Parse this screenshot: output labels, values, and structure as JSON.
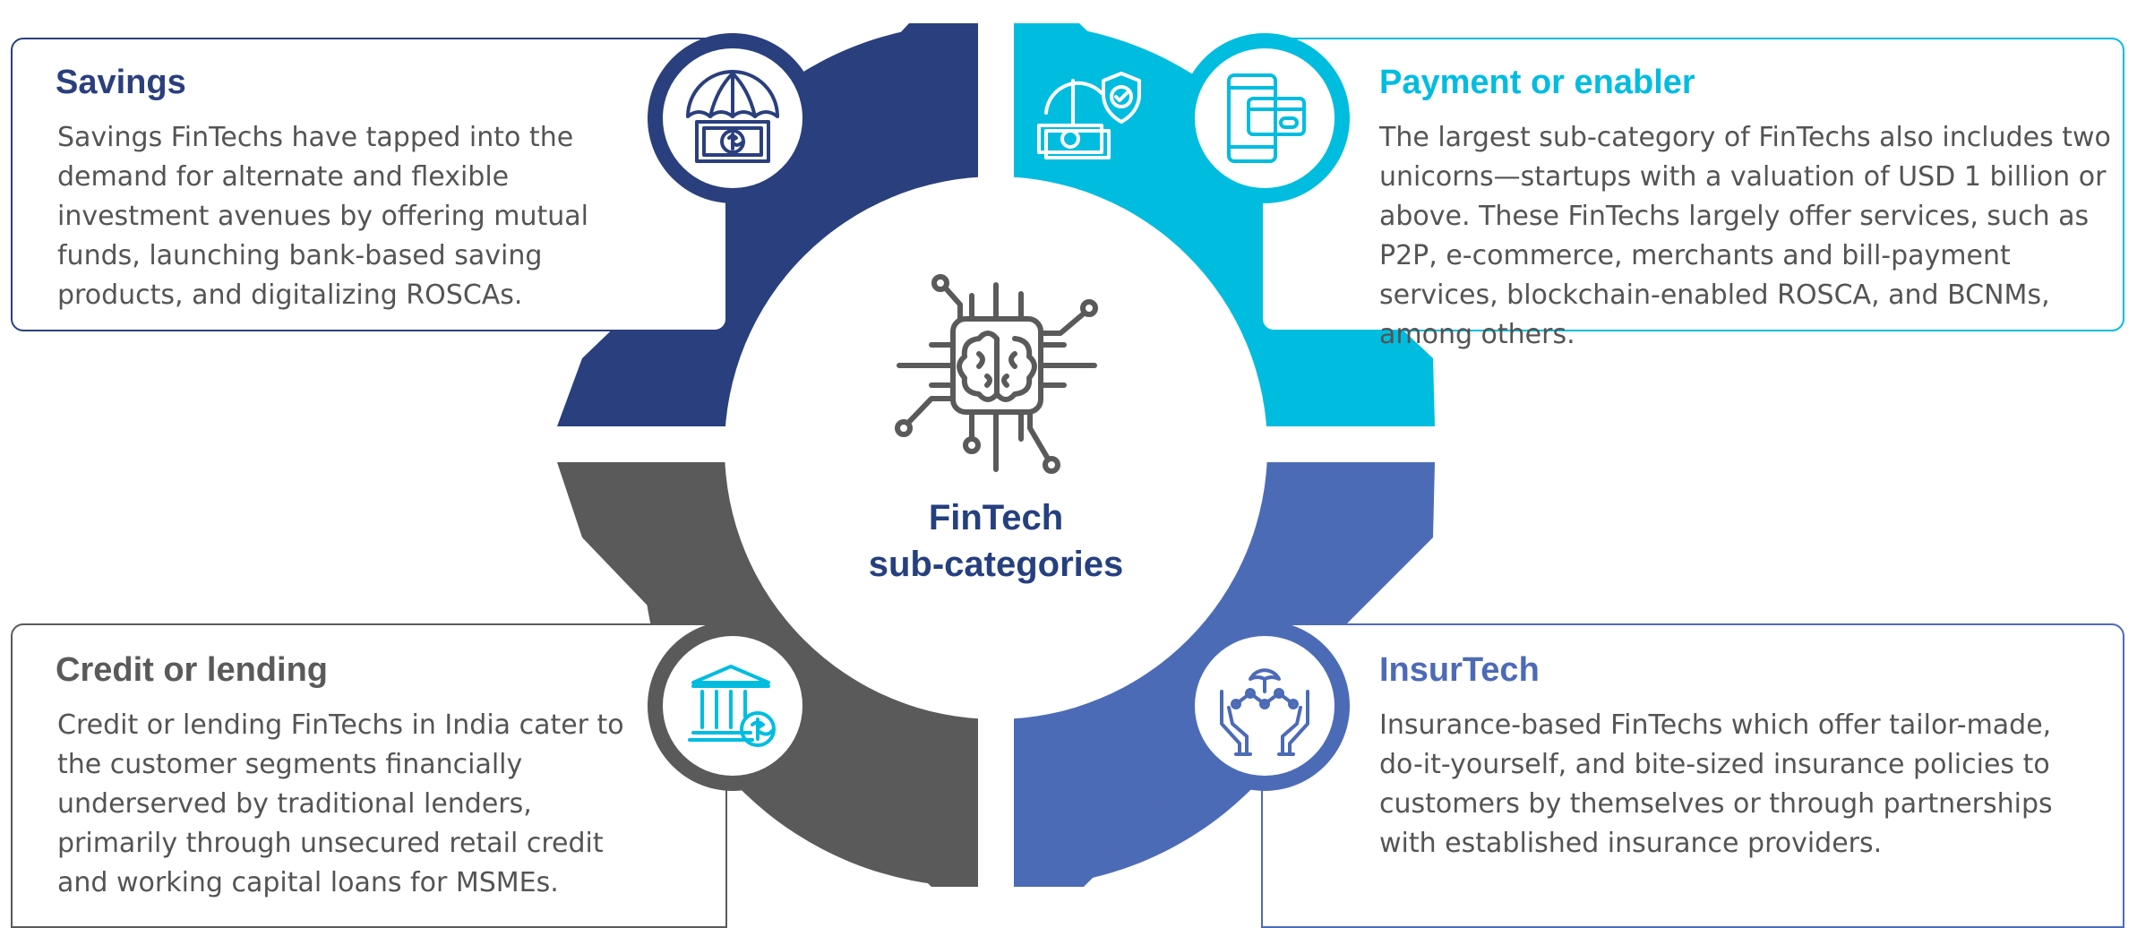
{
  "colors": {
    "savings": "#2a3f7e",
    "payment": "#00bde0",
    "credit": "#5a5a5a",
    "insurtech": "#4c6bb7",
    "body_text": "#545454",
    "center_title": "#25407f"
  },
  "center": {
    "icon": "brain-chip-icon",
    "title_line1": "FinTech",
    "title_line2": "sub-categories"
  },
  "categories": {
    "savings": {
      "title": "Savings",
      "icon": "umbrella-money-icon",
      "body": "Savings FinTechs have tapped into the demand for alternate and flexible investment avenues by offering mutual funds, launching bank-based saving products, and digitalizing ROSCAs."
    },
    "payment": {
      "title": "Payment or enabler",
      "icon": "mobile-card-icon",
      "side_icon": "protected-money-icon",
      "body": "The largest sub-category of FinTechs also includes two unicorns—startups with a valuation of USD 1 billion or above. These FinTechs largely offer services, such as P2P, e-commerce, merchants and bill-payment services, blockchain-enabled ROSCA, and BCNMs, among others."
    },
    "credit": {
      "title": "Credit or lending",
      "icon": "bank-dollar-icon",
      "body": "Credit or lending FinTechs in India cater to the customer segments financially underserved by traditional lenders, primarily through unsecured retail credit and working capital loans for MSMEs."
    },
    "insurtech": {
      "title": "InsurTech",
      "icon": "hands-umbrella-icon",
      "body": "Insurance-based FinTechs which offer tailor-made, do-it-yourself, and bite-sized insurance policies to customers by themselves or through partnerships with established insurance providers."
    }
  }
}
